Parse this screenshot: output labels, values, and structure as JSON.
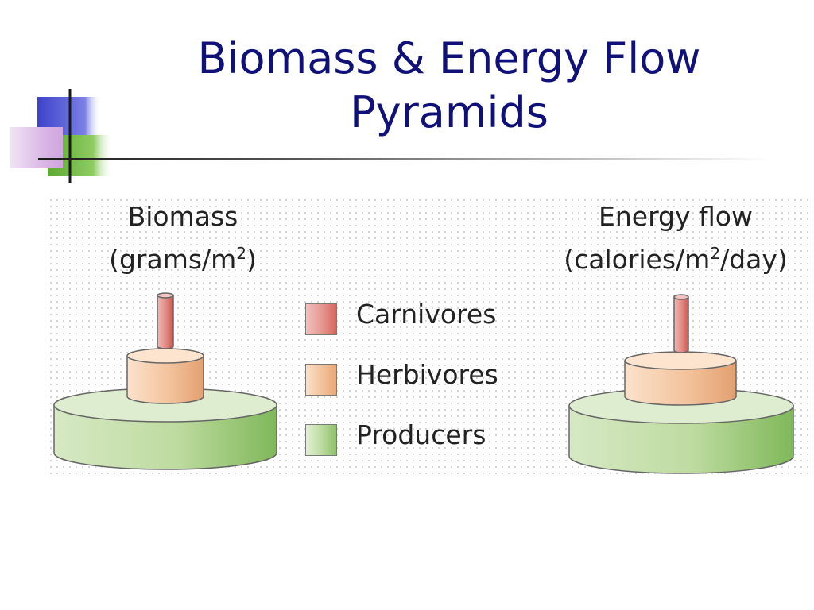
{
  "slide": {
    "title_line1": "Biomass & Energy Flow",
    "title_line2": "Pyramids"
  },
  "biomass_panel": {
    "title": "Biomass",
    "unit_prefix": "(grams/m",
    "unit_sup": "2",
    "unit_suffix": ")"
  },
  "energy_panel": {
    "title": "Energy flow",
    "unit_prefix": "(calories/m",
    "unit_sup": "2",
    "unit_suffix": "/day)"
  },
  "legend": {
    "items": [
      {
        "label": "Carnivores",
        "color": "#d9706a"
      },
      {
        "label": "Herbivores",
        "color": "#f0be98"
      },
      {
        "label": "Producers",
        "color": "#a9d18a"
      }
    ]
  },
  "colors": {
    "title": "#0f1078",
    "deco_blue": "#4a4fd0",
    "deco_pink": "#d9b8e6",
    "deco_green": "#7bbf4a"
  }
}
